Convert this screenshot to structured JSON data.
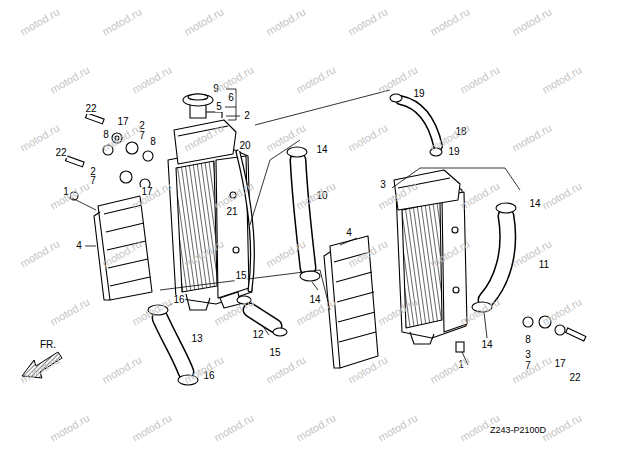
{
  "diagram": {
    "labels": [
      "9",
      "6",
      "5",
      "2",
      "22",
      "17",
      "2",
      "7",
      "8",
      "8",
      "22",
      "2",
      "7",
      "17",
      "1",
      "4",
      "20",
      "21",
      "14",
      "10",
      "19",
      "18",
      "19",
      "3",
      "14",
      "4",
      "11",
      "15",
      "16",
      "12",
      "15",
      "14",
      "13",
      "16",
      "8",
      "3",
      "7",
      "17",
      "22",
      "14",
      "1",
      "FR.",
      "Z243-P2100D",
      "motod.ru",
      "motod.ru",
      "motod.ru",
      "motod.ru",
      "motod.ru",
      "motod.ru",
      "motod.ru",
      "motod.ru",
      "motod.ru",
      "motod.ru",
      "motod.ru",
      "motod.ru",
      "motod.ru",
      "motod.ru",
      "motod.ru",
      "motod.ru",
      "motod.ru",
      "motod.ru",
      "motod.ru",
      "motod.ru",
      "motod.ru",
      "motod.ru",
      "motod.ru",
      "motod.ru",
      "motod.ru",
      "motod.ru",
      "motod.ru",
      "motod.ru",
      "motod.ru",
      "motod.ru",
      "motod.ru",
      "motod.ru",
      "motod.ru",
      "motod.ru",
      "motod.ru",
      "motod.ru",
      "motod.ru",
      "motod.ru",
      "motod.ru",
      "motod.ru",
      "motod.ru",
      "motod.ru",
      "motod.ru",
      "motod.ru",
      "motod.ru",
      "motod.ru",
      "motod.ru",
      "motod.ru",
      "motod.ru",
      "motod.ru",
      "motod.ru",
      "motod.ru",
      "motod.ru",
      "motod.ru",
      "motod.ru",
      "motod.ru"
    ]
  }
}
